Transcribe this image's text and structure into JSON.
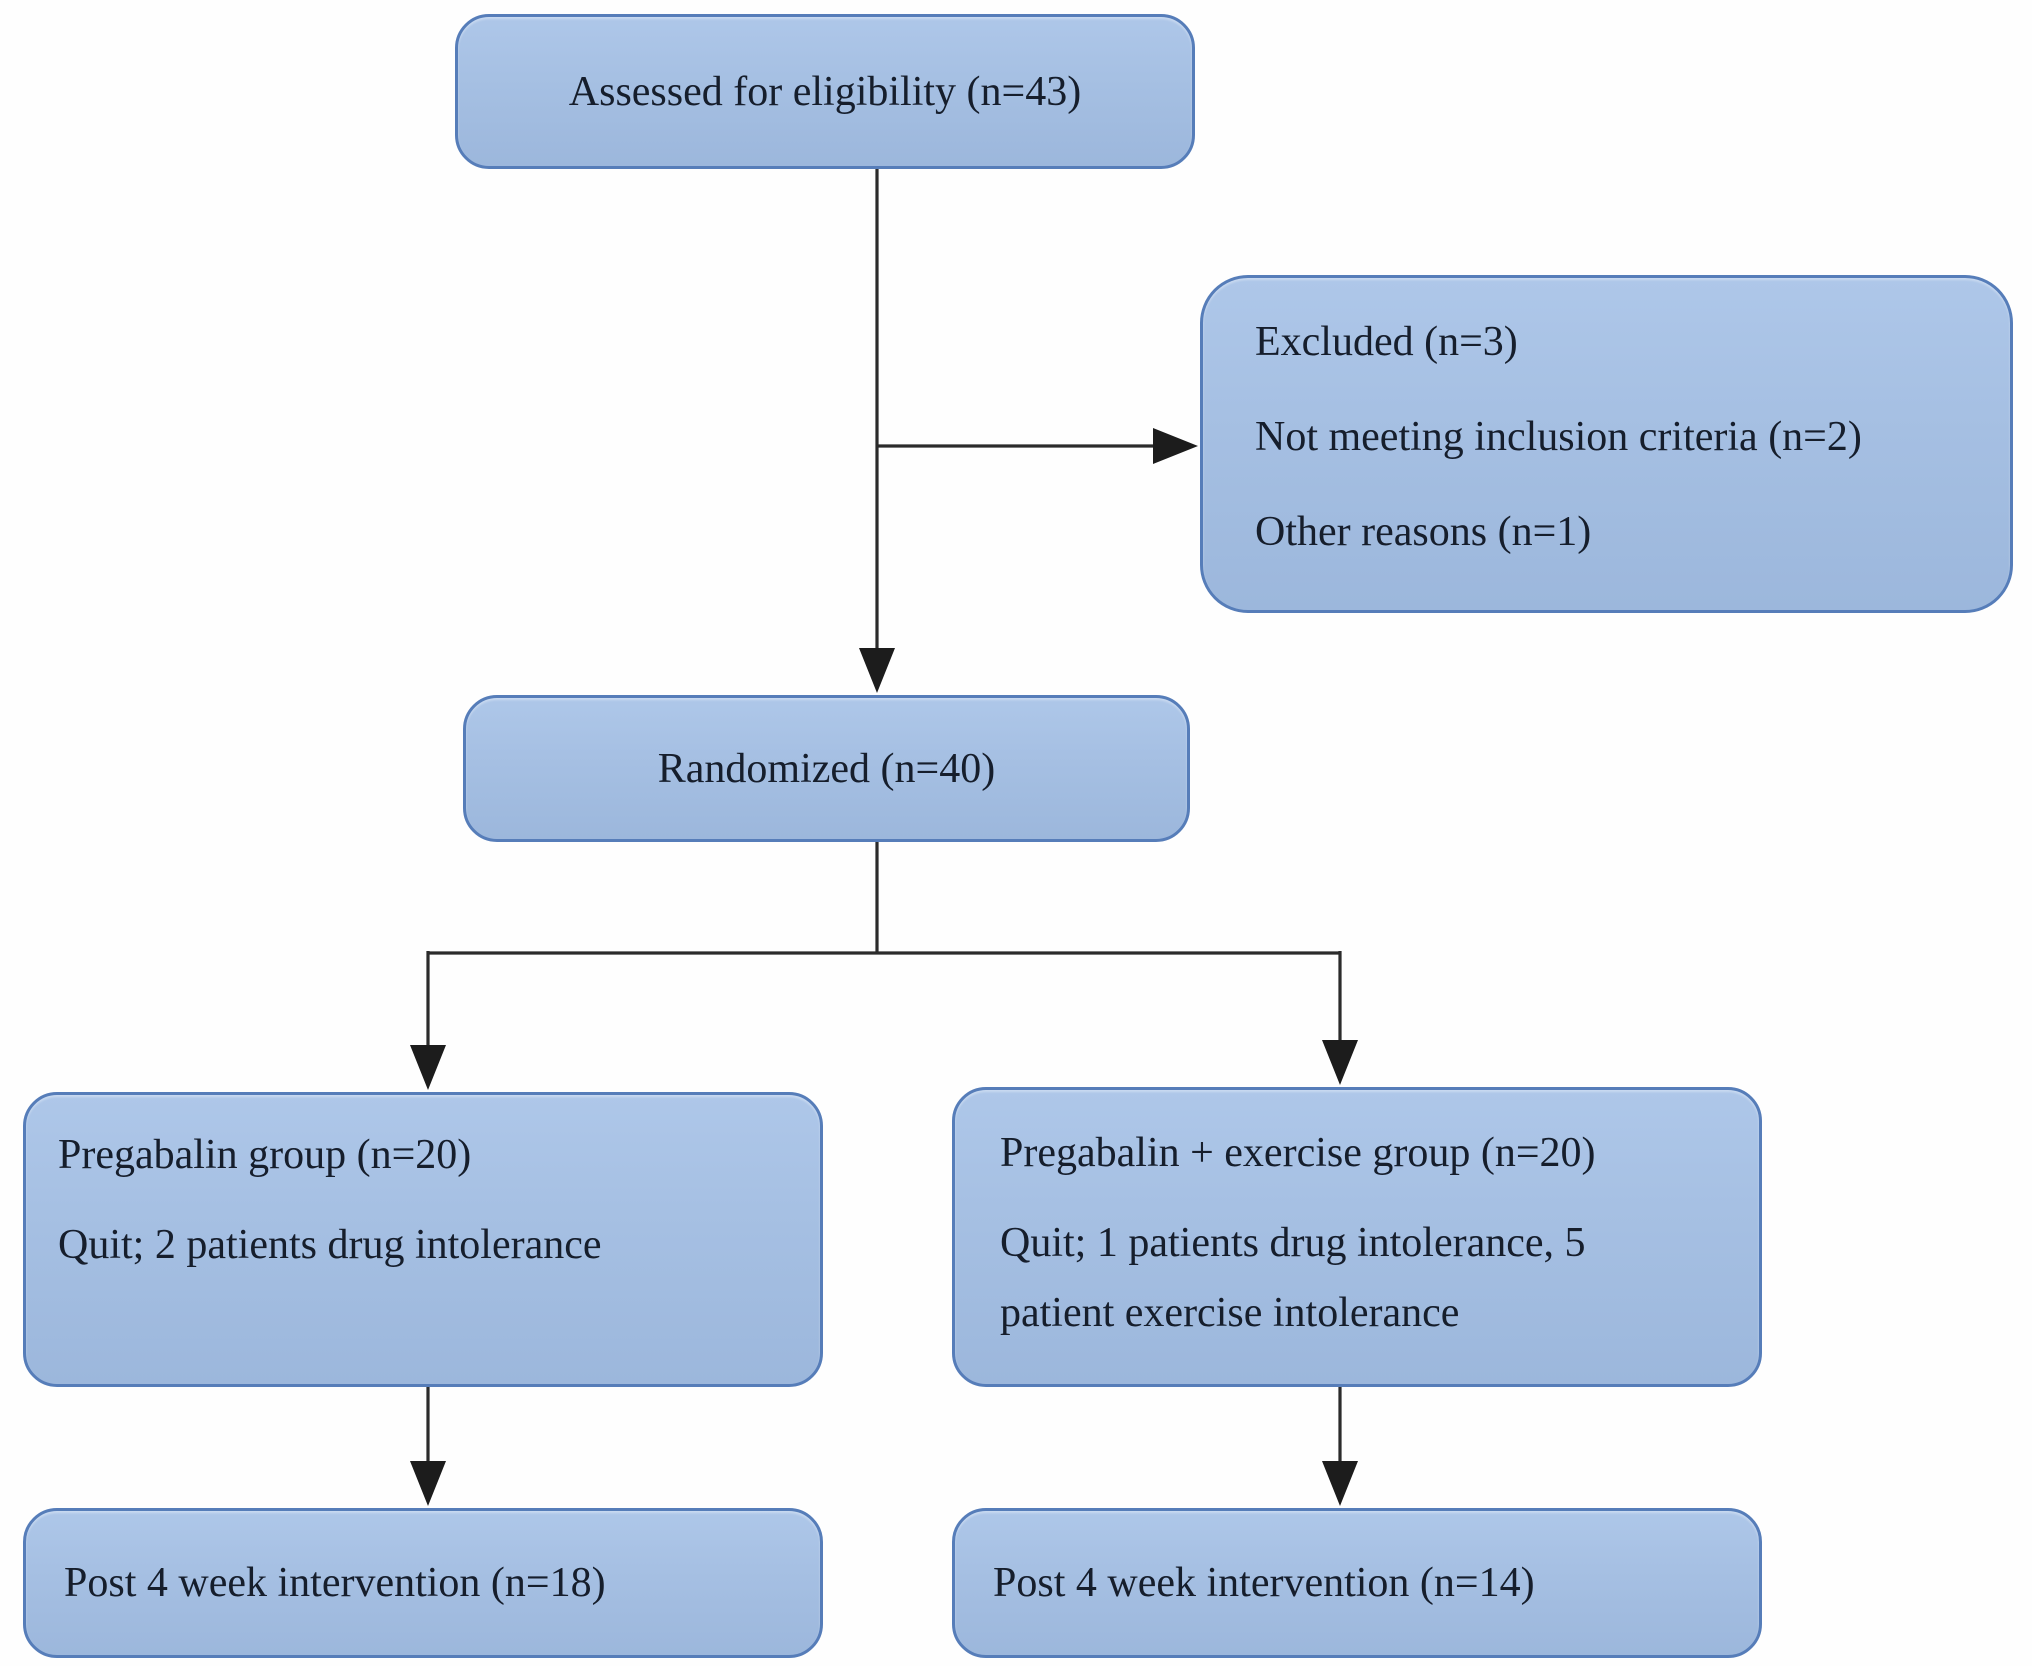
{
  "figure": {
    "type": "consort-flow-diagram"
  },
  "colors": {
    "box_fill_top": "#aec7e9",
    "box_fill_bottom": "#9cb7dc",
    "box_border": "#567db9",
    "connector_line": "#2b2b2b",
    "arrowhead": "#1c1c1c",
    "text": "#161e2c",
    "background": "#fefefe"
  },
  "nodes": {
    "assessed": {
      "lines": [
        "Assessed for eligibility (n=43)"
      ]
    },
    "excluded": {
      "lines": [
        "Excluded (n=3)",
        "Not meeting inclusion criteria (n=2)",
        "Other reasons (n=1)"
      ]
    },
    "randomized": {
      "lines": [
        "Randomized (n=40)"
      ]
    },
    "pregabalin": {
      "lines": [
        "Pregabalin group (n=20)",
        "Quit; 2 patients drug intolerance"
      ]
    },
    "pregabalin_exercise": {
      "lines": [
        "Pregabalin + exercise group (n=20)",
        "Quit; 1 patients drug intolerance, 5",
        "patient exercise intolerance"
      ]
    },
    "post_left": {
      "lines": [
        "Post 4 week intervention (n=18)"
      ]
    },
    "post_right": {
      "lines": [
        "Post 4 week intervention (n=14)"
      ]
    }
  }
}
